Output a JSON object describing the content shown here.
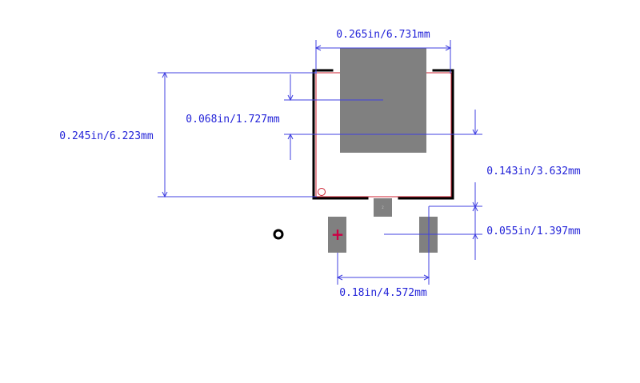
{
  "dimensions": {
    "top_width": "0.265in/6.731mm",
    "body_height": "0.245in/6.223mm",
    "tab_gap": "0.068in/1.727mm",
    "right_offset": "0.143in/3.632mm",
    "pad_height": "0.055in/1.397mm",
    "pad_pitch": "0.18in/4.572mm"
  },
  "colors": {
    "dimension": "#2323d8",
    "pad": "#808080",
    "outline": "#000000",
    "courtyard": "#cc2030",
    "pin1_marker": "#cc0044"
  },
  "markers": {
    "center_pad_label": "2",
    "pin1_symbol": "+"
  }
}
